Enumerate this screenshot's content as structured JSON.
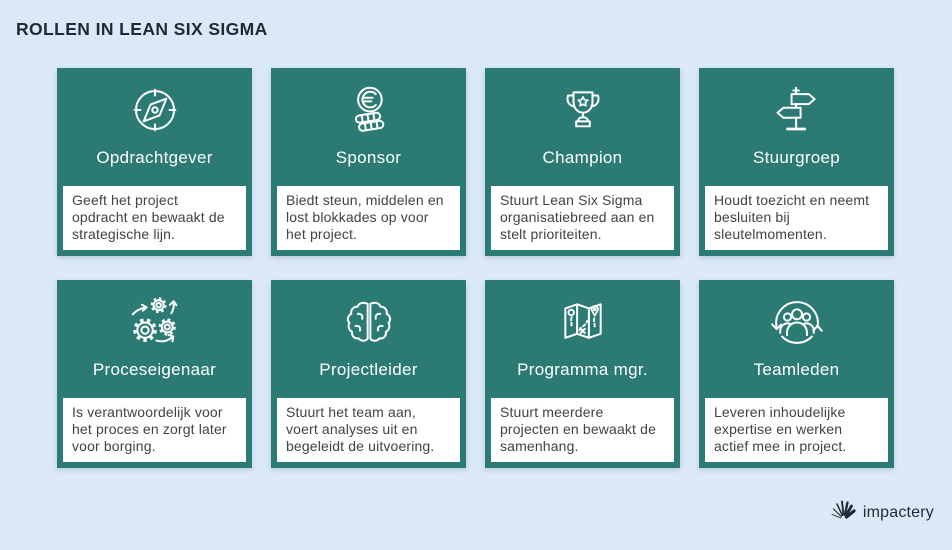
{
  "page": {
    "title": "ROLLEN IN LEAN SIX SIGMA"
  },
  "colors": {
    "background": "#dbe9f7",
    "card": "#2b7b74",
    "card_title": "#ffffff",
    "heading": "#1d2b36",
    "body": "#3f4345",
    "desc_bg": "#ffffff"
  },
  "cards": [
    {
      "icon": "compass-icon",
      "title": "Opdrachtgever",
      "description": "Geeft het project opdracht en bewaakt de strategische lijn."
    },
    {
      "icon": "euro-coins-icon",
      "title": "Sponsor",
      "description": "Biedt steun, middelen en lost blokkades op voor het project."
    },
    {
      "icon": "trophy-icon",
      "title": "Champion",
      "description": "Stuurt Lean Six Sigma organisatiebreed aan en stelt prioriteiten."
    },
    {
      "icon": "signpost-icon",
      "title": "Stuurgroep",
      "description": "Houdt toezicht en neemt besluiten bij sleutelmomenten."
    },
    {
      "icon": "gears-icon",
      "title": "Proceseigenaar",
      "description": "Is verantwoordelijk voor het proces en zorgt later voor borging."
    },
    {
      "icon": "brain-icon",
      "title": "Projectleider",
      "description": "Stuurt het team aan, voert analyses uit en begeleidt de uitvoering."
    },
    {
      "icon": "map-icon",
      "title": "Programma mgr.",
      "description": "Stuurt meerdere projecten en bewaakt de samenhang."
    },
    {
      "icon": "team-icon",
      "title": "Teamleden",
      "description": "Leveren inhoudelijke expertise en werken actief mee in project."
    }
  ],
  "footer": {
    "brand": "impactery",
    "logo_icon": "ray-fan-icon"
  }
}
